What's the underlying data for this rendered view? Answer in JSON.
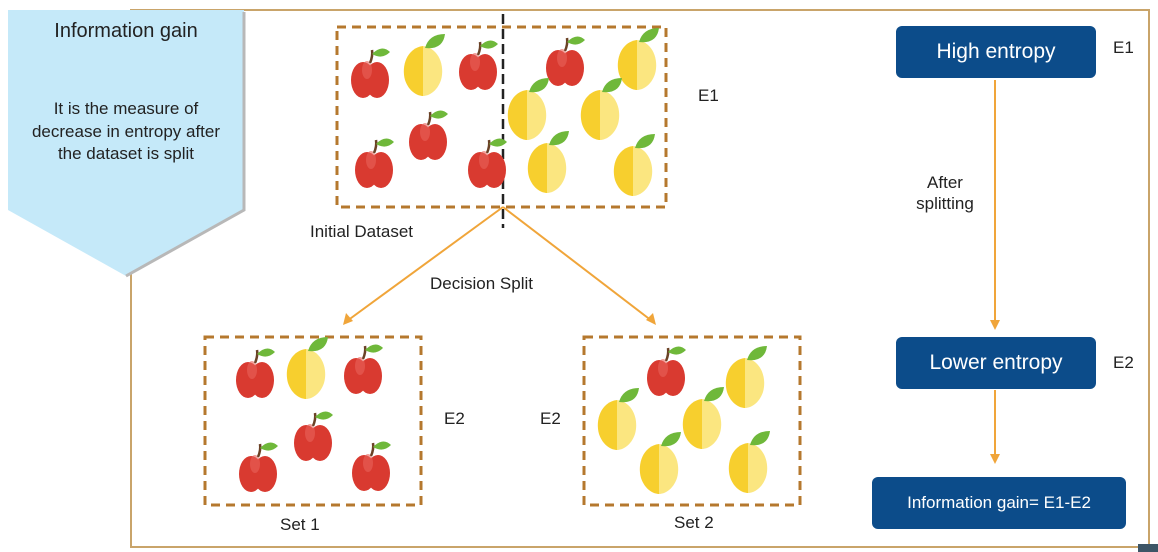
{
  "banner": {
    "title": "Information gain",
    "description": "It is the measure of decrease in entropy after the dataset is split"
  },
  "diagram": {
    "initial_dataset_label": "Initial Dataset",
    "initial_entropy_label": "E1",
    "decision_split_label": "Decision Split",
    "set1_label": "Set 1",
    "set1_entropy_label": "E2",
    "set2_label": "Set 2",
    "set2_entropy_label": "E2"
  },
  "flow": {
    "high_entropy": "High entropy",
    "high_entropy_tag": "E1",
    "after_splitting": "After splitting",
    "lower_entropy": "Lower entropy",
    "lower_entropy_tag": "E2",
    "information_gain": "Information gain= E1-E2"
  },
  "colors": {
    "box_blue": "#0c4c8a",
    "arrow_orange": "#f0a53a",
    "dashed_border": "#b5782e",
    "banner_fill": "#c5e9f9",
    "apple_red": "#d93a30",
    "lemon_yellow": "#f7cf2e",
    "leaf_green": "#6fb83a"
  },
  "icons": [
    "apple-icon",
    "lemon-icon"
  ]
}
